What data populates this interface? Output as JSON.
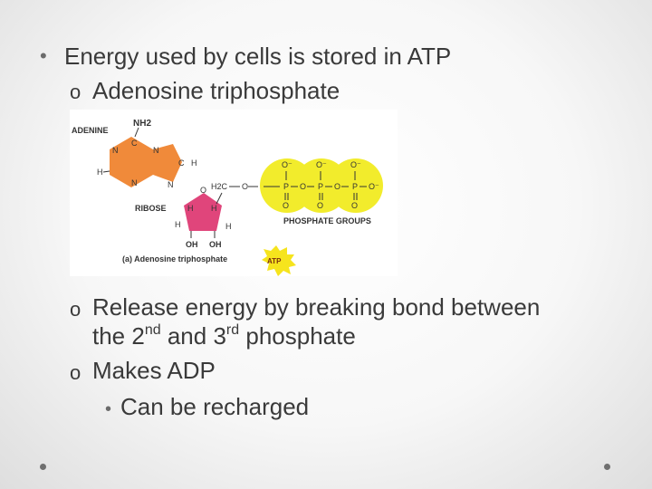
{
  "slide": {
    "bullet1": "Energy used by cells is stored in ATP",
    "sub1": "Adenosine triphosphate",
    "sub2_line1": "Release energy by breaking bond between",
    "sub2_line2_a": "the 2",
    "sub2_line2_sup1": "nd",
    "sub2_line2_b": " and 3",
    "sub2_line2_sup2": "rd",
    "sub2_line2_c": " phosphate",
    "sub3": "Makes ADP",
    "sub3_child": "Can be recharged"
  },
  "bullets": {
    "level1": "•",
    "level2": "o",
    "level3": "•"
  },
  "diagram": {
    "adenine_label": "ADENINE",
    "ribose_label": "RIBOSE",
    "phosphate_label": "PHOSPHATE GROUPS",
    "caption": "(a)  Adenosine triphosphate",
    "badge": "ATP",
    "nh2": "NH2",
    "h2c": "H2C",
    "colors": {
      "adenine": "#f08a3a",
      "ribose": "#e0457b",
      "phosphate": "#f2ec2c",
      "badge": "#f6e41d"
    }
  }
}
